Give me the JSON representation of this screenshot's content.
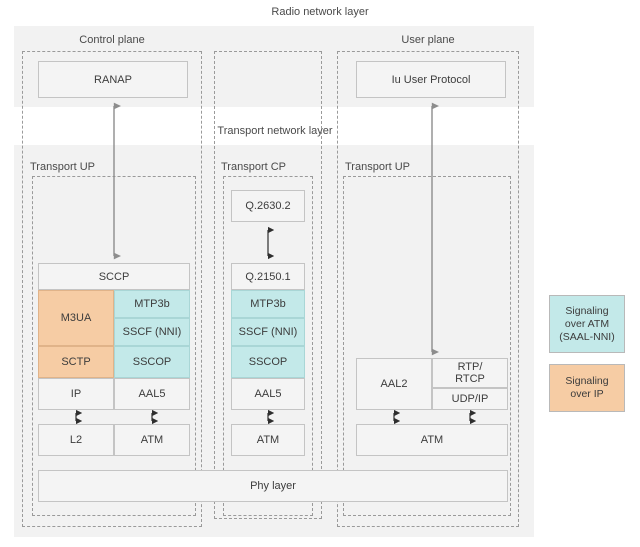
{
  "diagram": {
    "title": "Radio network layer",
    "middle_band_title": "Transport network layer",
    "planes": {
      "control": "Control plane",
      "user": "User plane"
    },
    "group_labels": {
      "cp_transport_up": "Transport UP",
      "transport_cp": "Transport CP",
      "up_transport_up": "Transport UP"
    },
    "colors": {
      "signaling_atm": "#c3e9e9",
      "signaling_ip": "#f6cca4",
      "band": "#f2f2f2",
      "box_fill": "#f4f4f4",
      "box_border": "#c4c4c4",
      "dashed_border": "#9a9a9a",
      "arrow": "#8d8d8d",
      "arrow_dark": "#333333"
    }
  },
  "control_plane": {
    "top_protocol": "RANAP",
    "stack": {
      "sccp": "SCCP",
      "m3ua": "M3UA",
      "mtp3b": "MTP3b",
      "sscf_nni": "SSCF (NNI)",
      "sctp": "SCTP",
      "sscop": "SSCOP",
      "ip": "IP",
      "aal5": "AAL5",
      "l2": "L2",
      "atm": "ATM"
    }
  },
  "transport_cp": {
    "stack": {
      "q26302": "Q.2630.2",
      "q21501": "Q.2150.1",
      "mtp3b": "MTP3b",
      "sscf_nni": "SSCF (NNI)",
      "sscop": "SSCOP",
      "aal5": "AAL5",
      "atm": "ATM"
    }
  },
  "user_plane": {
    "top_protocol": "Iu User Protocol",
    "stack": {
      "aal2": "AAL2",
      "rtp_rtcp": "RTP/\nRTCP",
      "rtp_rtcp_line1": "RTP/",
      "rtp_rtcp_line2": "RTCP",
      "udp_ip": "UDP/IP",
      "atm": "ATM"
    }
  },
  "phy": {
    "label": "Phy layer"
  },
  "legend": {
    "items": [
      {
        "label_line1": "Signaling",
        "label_line2": "over ATM",
        "label_line3": "(SAAL-NNI)",
        "color": "#c3e9e9",
        "name": "signaling-over-atm"
      },
      {
        "label_line1": "Signaling",
        "label_line2": "over IP",
        "label_line3": "",
        "color": "#f6cca4",
        "name": "signaling-over-ip"
      }
    ]
  }
}
